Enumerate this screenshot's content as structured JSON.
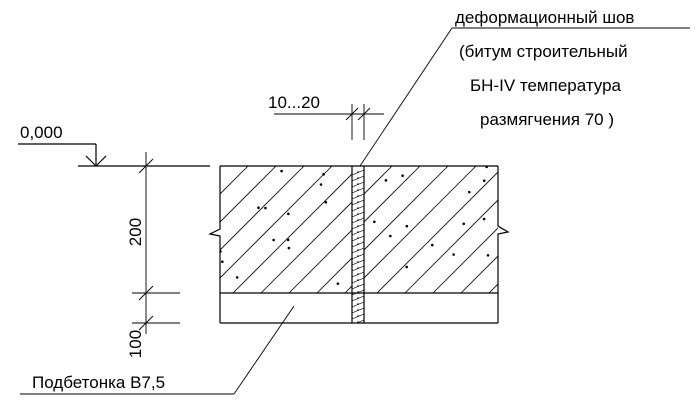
{
  "labels": {
    "level": "0,000",
    "dim_top": "200",
    "dim_bottom": "100",
    "gap": "10...20",
    "joint_line1": "деформационный шов",
    "joint_line2": "(битум строительный",
    "joint_line3": "БН-IV температура",
    "joint_line4": "размягчения 70  )",
    "underlay": "Подбетонка В7,5"
  }
}
